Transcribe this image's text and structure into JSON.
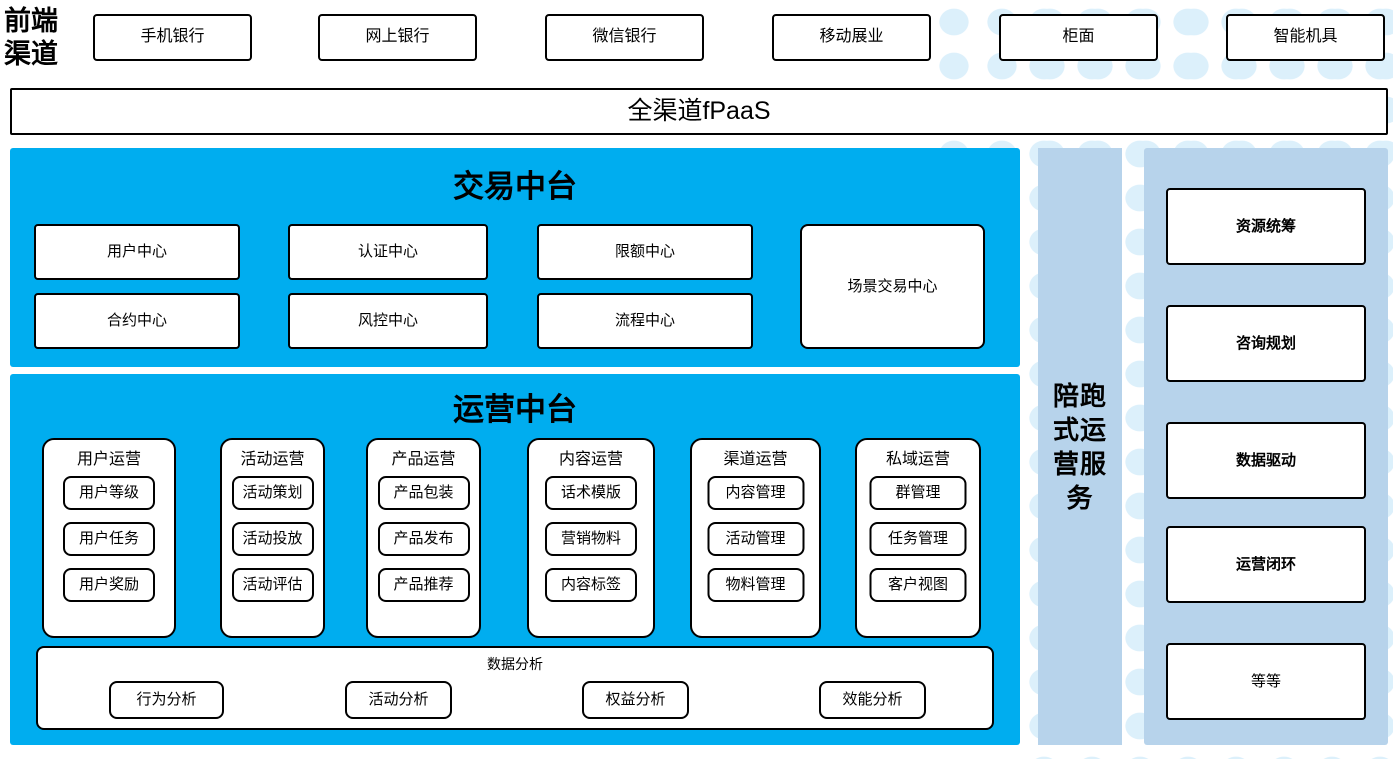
{
  "colors": {
    "platform_cyan": "#00ADEF",
    "service_blue": "#B7D3EB",
    "dot_blue": "#DCF0FB",
    "box_border": "#000000",
    "box_fill": "#FFFFFF"
  },
  "front_end": {
    "label": "前端渠道",
    "label_lines": [
      "前端",
      "渠道"
    ],
    "channels": [
      {
        "name": "手机银行"
      },
      {
        "name": "网上银行"
      },
      {
        "name": "微信银行"
      },
      {
        "name": "移动展业"
      },
      {
        "name": "柜面"
      },
      {
        "name": "智能机具"
      }
    ]
  },
  "fpaas": {
    "title": "全渠道fPaaS"
  },
  "trade_platform": {
    "title": "交易中台",
    "centers": [
      {
        "name": "用户中心"
      },
      {
        "name": "认证中心"
      },
      {
        "name": "限额中心"
      },
      {
        "name": "合约中心"
      },
      {
        "name": "风控中心"
      },
      {
        "name": "流程中心"
      },
      {
        "name": "场景交易中心"
      }
    ]
  },
  "ops_platform": {
    "title": "运营中台",
    "columns": [
      {
        "head": "用户运营",
        "items": [
          "用户等级",
          "用户任务",
          "用户奖励"
        ]
      },
      {
        "head": "活动运营",
        "items": [
          "活动策划",
          "活动投放",
          "活动评估"
        ]
      },
      {
        "head": "产品运营",
        "items": [
          "产品包装",
          "产品发布",
          "产品推荐"
        ]
      },
      {
        "head": "内容运营",
        "items": [
          "话术模版",
          "营销物料",
          "内容标签"
        ]
      },
      {
        "head": "渠道运营",
        "items": [
          "内容管理",
          "活动管理",
          "物料管理"
        ]
      },
      {
        "head": "私域运营",
        "items": [
          "群管理",
          "任务管理",
          "客户视图"
        ]
      }
    ],
    "data_analysis": {
      "title": "数据分析",
      "items": [
        "行为分析",
        "活动分析",
        "权益分析",
        "效能分析"
      ]
    }
  },
  "service_strip": {
    "title": "陪跑式运营服务",
    "lines": [
      "陪跑",
      "式运",
      "营服",
      "务"
    ]
  },
  "value_column": {
    "items": [
      {
        "name": "资源统筹",
        "bold": true
      },
      {
        "name": "咨询规划",
        "bold": true
      },
      {
        "name": "数据驱动",
        "bold": true
      },
      {
        "name": "运营闭环",
        "bold": true
      },
      {
        "name": "等等",
        "bold": false
      }
    ]
  }
}
